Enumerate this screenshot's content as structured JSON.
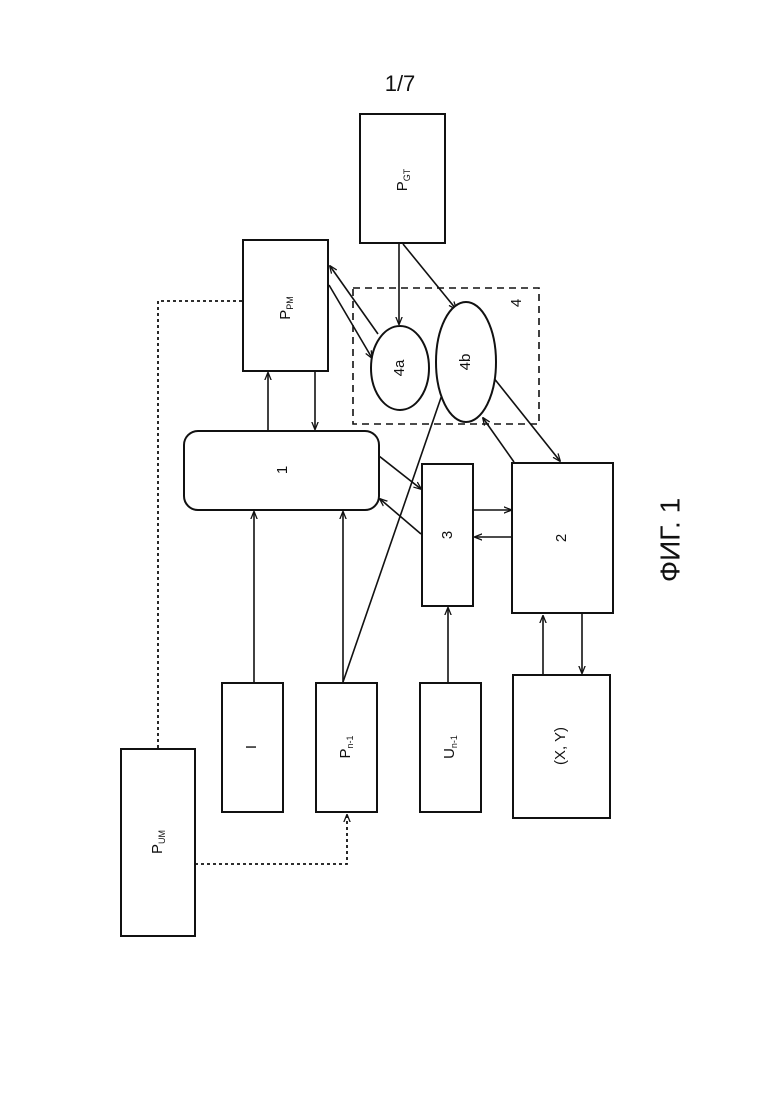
{
  "page": {
    "number": "1/7"
  },
  "figure": {
    "caption": "ФИГ. 1"
  },
  "blocks": {
    "pgt": {
      "main": "P",
      "sub": "GT"
    },
    "ppm": {
      "main": "P",
      "sub": "PM"
    },
    "b1": {
      "label": "1"
    },
    "b2": {
      "label": "2"
    },
    "b3": {
      "label": "3"
    },
    "b4": {
      "label": "4"
    },
    "b4a": {
      "label": "4a"
    },
    "b4b": {
      "label": "4b"
    },
    "bi": {
      "label": "I"
    },
    "pn1": {
      "main": "P",
      "sub": "n-1"
    },
    "un1": {
      "main": "U",
      "sub": "n-1"
    },
    "xy": {
      "label": "(X, Y)"
    },
    "pum": {
      "main": "P",
      "sub": "UM"
    }
  }
}
